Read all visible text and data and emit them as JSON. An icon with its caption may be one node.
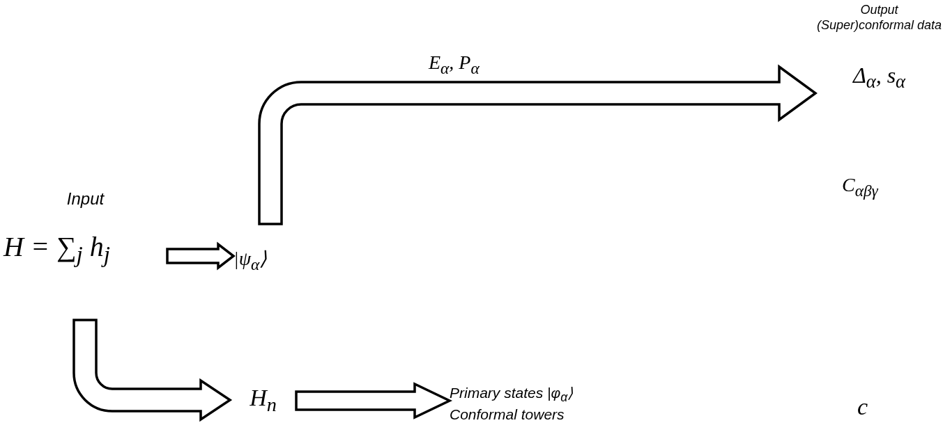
{
  "diagram": {
    "nodes": [
      {
        "text": [
          "Input",
          "H = ∑$_{j}$ h$_{j}$"
        ]
      },
      {
        "text": [
          "|ψ$_{α}$⟩"
        ]
      },
      {
        "text": [
          "Output (Super)conformal data",
          "Δ$_{α}$, s$_{α}$"
        ]
      },
      {
        "text": [
          "H$_{n}$"
        ]
      },
      {
        "text": [
          "Primary states |φ$_{α}$⟩ Conformal towers"
        ]
      }
    ],
    "edges": [
      {
        "from": 0,
        "to": 1,
        "arrow": "to"
      },
      {
        "from": 1,
        "to": 2,
        "arrow": "to",
        "label": "E$_{α}$, P$_{α}$"
      },
      {
        "from": 0,
        "to": 3,
        "arrow": "to"
      },
      {
        "from": 3,
        "to": 4,
        "arrow": "to"
      }
    ],
    "labels": [
      "C$_{αβγ}$",
      "c"
    ]
  }
}
